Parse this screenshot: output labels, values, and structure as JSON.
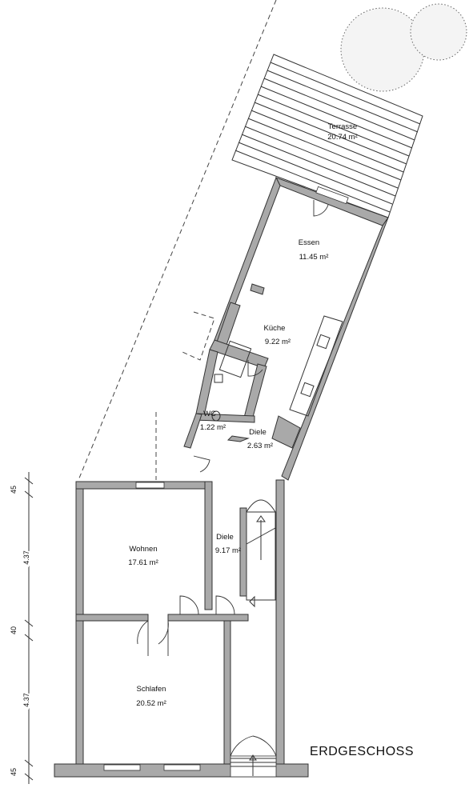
{
  "floor_title": "ERDGESCHOSS",
  "rooms": {
    "terrasse": {
      "name": "Terrasse",
      "area": "20.74 m²"
    },
    "essen": {
      "name": "Essen",
      "area": "11.45 m²"
    },
    "kueche": {
      "name": "Küche",
      "area": "9.22 m²"
    },
    "wc": {
      "name": "WC",
      "area": "1.22 m²"
    },
    "diele_small": {
      "name": "Diele",
      "area": "2.63 m²"
    },
    "diele": {
      "name": "Diele",
      "area": "9.17 m²"
    },
    "wohnen": {
      "name": "Wohnen",
      "area": "17.61 m²"
    },
    "schlafen": {
      "name": "Schlafen",
      "area": "20.52 m²"
    }
  },
  "dimensions": [
    "45",
    "4.37",
    "40",
    "4.37",
    "45"
  ]
}
